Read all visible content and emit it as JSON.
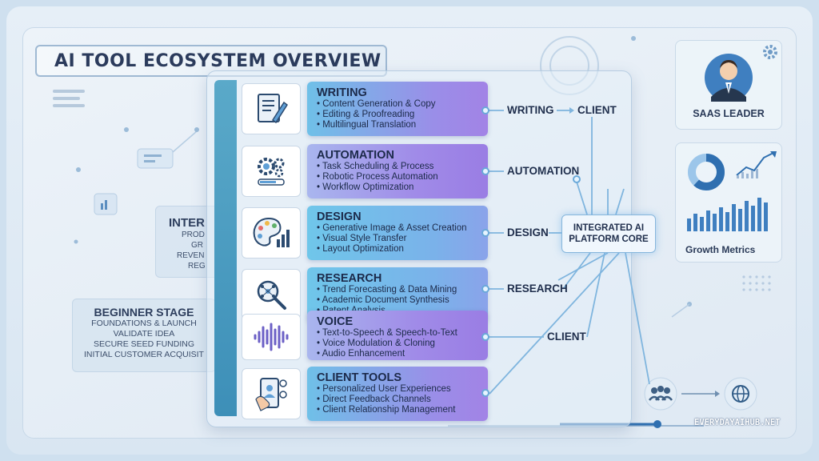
{
  "title": "AI TOOL ECOSYSTEM OVERVIEW",
  "background_cards": {
    "inter": {
      "title": "INTER",
      "lines": [
        "PROD",
        "GR",
        "REVEN",
        "REG"
      ]
    },
    "beginner": {
      "title": "BEGINNER STAGE",
      "lines": [
        "FOUNDATIONS & LAUNCH",
        "VALIDATE IDEA",
        "SECURE SEED FUNDING",
        "INITIAL CUSTOMER ACQUISIT"
      ]
    }
  },
  "categories": [
    {
      "title": "WRITING",
      "icon": "document-pen-icon",
      "items": [
        "• Content Generation & Copy",
        "• Editing & Proofreading",
        "• Multilingual Translation"
      ]
    },
    {
      "title": "AUTOMATION",
      "icon": "gears-icon",
      "items": [
        "• Task Scheduling & Process",
        "• Robotic Process Automation",
        "• Workflow Optimization"
      ]
    },
    {
      "title": "DESIGN",
      "icon": "palette-chart-icon",
      "items": [
        "• Generative Image & Asset Creation",
        "• Visual Style Transfer",
        "• Layout Optimization"
      ]
    },
    {
      "title": "RESEARCH",
      "icon": "magnifier-network-icon",
      "items": [
        "• Trend Forecasting & Data Mining",
        "• Academic Document Synthesis",
        "• Patent Analysis"
      ]
    },
    {
      "title": "VOICE",
      "icon": "soundwave-icon",
      "items": [
        "• Text-to-Speech & Speech-to-Text",
        "• Voice Modulation & Cloning",
        "• Audio Enhancement"
      ]
    },
    {
      "title": "CLIENT TOOLS",
      "icon": "phone-user-icon",
      "items": [
        "• Personalized User Experiences",
        "• Direct Feedback Channels",
        "• Client Relationship Management"
      ]
    }
  ],
  "connectors": {
    "writing": "WRITING",
    "writing_client": "CLIENT",
    "automation": "AUTOMATION",
    "design": "DESIGN",
    "research": "RESEARCH",
    "voice_client": "CLIENT"
  },
  "core": {
    "line1": "INTEGRATED AI",
    "line2": "PLATFORM CORE"
  },
  "side": {
    "leader_caption": "SAAS LEADER",
    "metrics_caption": "Growth Metrics"
  },
  "watermark": "EVERYDAYAIHUB.NET",
  "colors": {
    "accent_line": "#6aa9d9",
    "title_text": "#2b3b5c",
    "card_gradient_end": "#a283e6"
  }
}
